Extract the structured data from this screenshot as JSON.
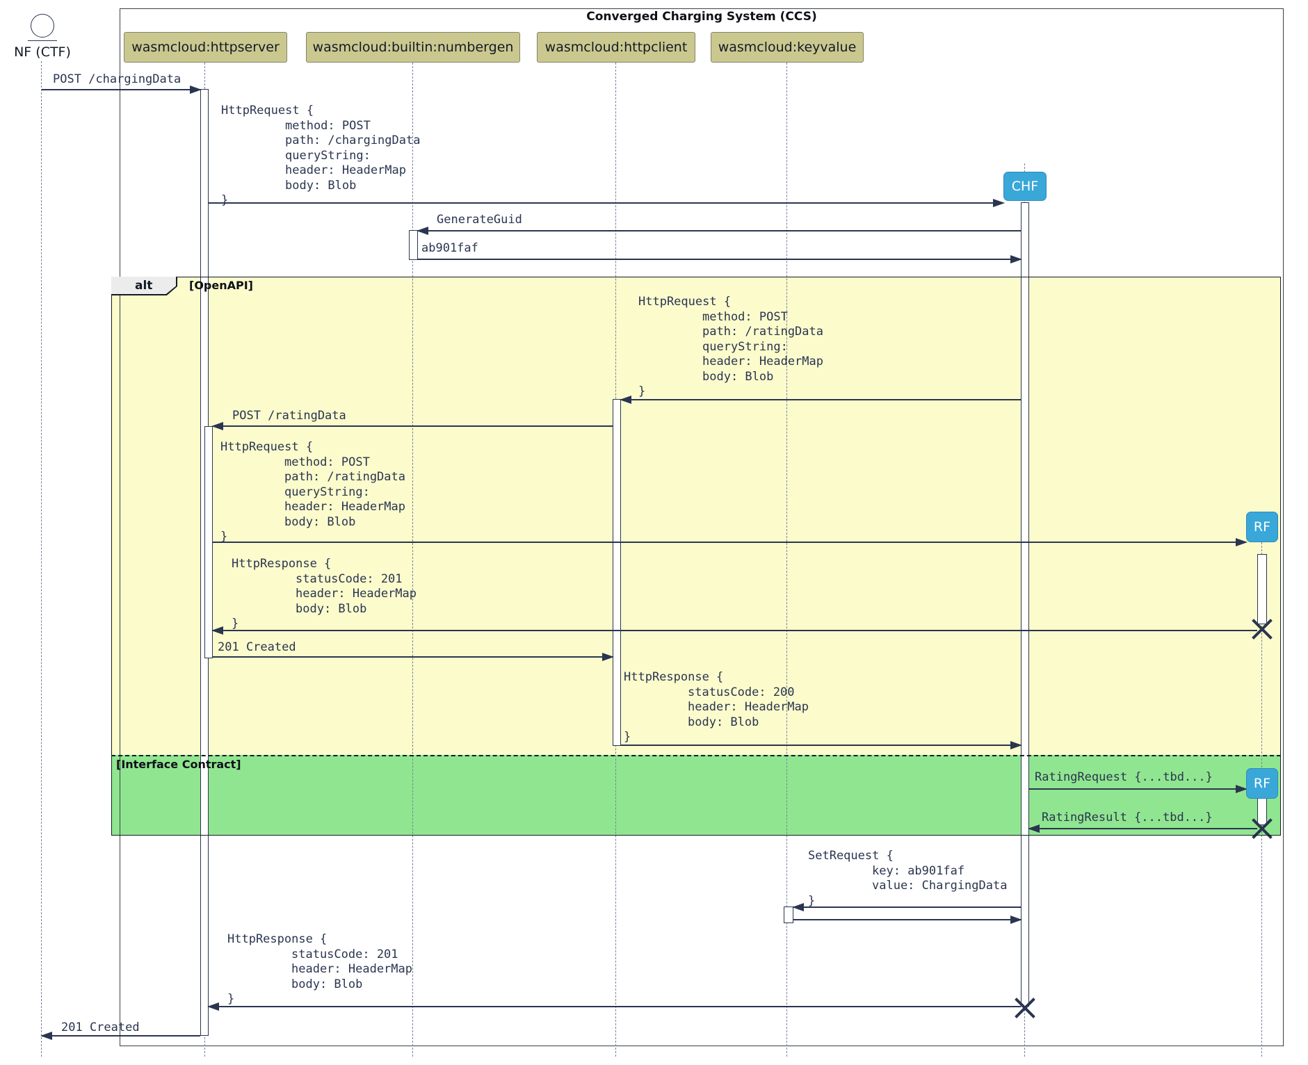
{
  "title": "Converged Charging System (CCS)",
  "actor": {
    "name": "NF (CTF)"
  },
  "participants": [
    {
      "label": "wasmcloud:httpserver"
    },
    {
      "label": "wasmcloud:builtin:numbergen"
    },
    {
      "label": "wasmcloud:httpclient"
    },
    {
      "label": "wasmcloud:keyvalue"
    }
  ],
  "created_participants": {
    "chf": "CHF",
    "rf_openapi": "RF",
    "rf_contract": "RF"
  },
  "alt": {
    "operator": "alt",
    "guard_openapi": "[OpenAPI]",
    "guard_contract": "[Interface Contract]"
  },
  "messages": {
    "post_charging": "POST /chargingData",
    "generate_guid": "GenerateGuid",
    "guid_result": "ab901faf",
    "post_rating": "POST /ratingData",
    "created_201_mid": "201 Created",
    "rating_request": "RatingRequest {...tbd...}",
    "rating_result": "RatingResult {...tbd...}",
    "created_201_end": "201 Created"
  },
  "blocks": {
    "http_request_charging": [
      "HttpRequest {",
      "method: POST",
      "path: /chargingData",
      "queryString:",
      "header: HeaderMap",
      "body: Blob",
      "}"
    ],
    "http_request_rating_chf": [
      "HttpRequest {",
      "method: POST",
      "path: /ratingData",
      "queryString:",
      "header: HeaderMap",
      "body: Blob",
      "}"
    ],
    "http_request_rating_server": [
      "HttpRequest {",
      "method: POST",
      "path: /ratingData",
      "queryString:",
      "header: HeaderMap",
      "body: Blob",
      "}"
    ],
    "http_response_201_rf": [
      "HttpResponse {",
      "statusCode: 201",
      "header: HeaderMap",
      "body: Blob",
      "}"
    ],
    "http_response_200": [
      "HttpResponse {",
      "statusCode: 200",
      "header: HeaderMap",
      "body: Blob",
      "}"
    ],
    "set_request": [
      "SetRequest {",
      "key: ab901faf",
      "value: ChargingData",
      "}"
    ],
    "http_response_201_final": [
      "HttpResponse {",
      "statusCode: 201",
      "header: HeaderMap",
      "body: Blob",
      "}"
    ]
  },
  "colors": {
    "line": "#2A3550",
    "participant_fill": "#CBC88F",
    "participant_border": "#83836B",
    "created_box_fill": "#3AA7D9",
    "openapi_bg": "#FBFBCC",
    "contract_bg": "#90E690",
    "frame_border": "#3A3F47"
  }
}
